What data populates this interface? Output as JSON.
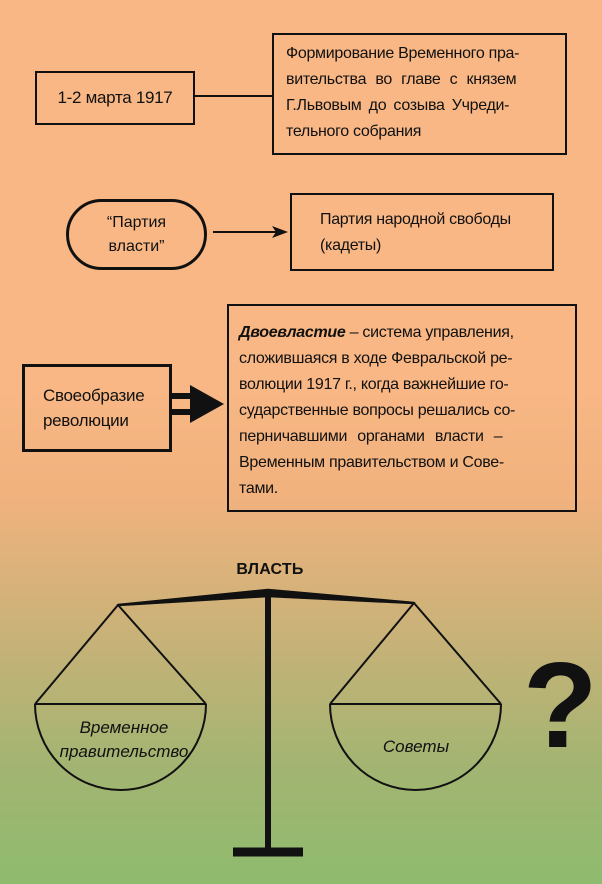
{
  "date_box": {
    "text": "1-2 марта 1917"
  },
  "government_box": {
    "lines": [
      "Формирование Временного пра-",
      "вительства во главе с князем",
      "Г.Львовым до созыва Учреди-",
      "тельного собрания"
    ]
  },
  "party_oval": {
    "lines": [
      "“Партия",
      "власти”"
    ]
  },
  "kadets_box": {
    "lines": [
      "Партия народной свободы",
      "(кадеты)"
    ]
  },
  "originality_box": {
    "lines": [
      "Своеобразие",
      "революции"
    ]
  },
  "dual_power_box": {
    "term": "Двоевластие",
    "first_line_rest": " – система управления,",
    "lines": [
      "сложившаяся в ходе Февральской ре-",
      "волюции 1917 г., когда важнейшие го-",
      "сударственные вопросы решались со-",
      "перничавшими органами власти –",
      "Временным правительством и Сове-",
      "тами."
    ]
  },
  "scales": {
    "title": "ВЛАСТЬ",
    "left_pan_lines": [
      "Временное",
      "правительство"
    ],
    "right_pan_label": "Советы",
    "question_mark": "?"
  }
}
